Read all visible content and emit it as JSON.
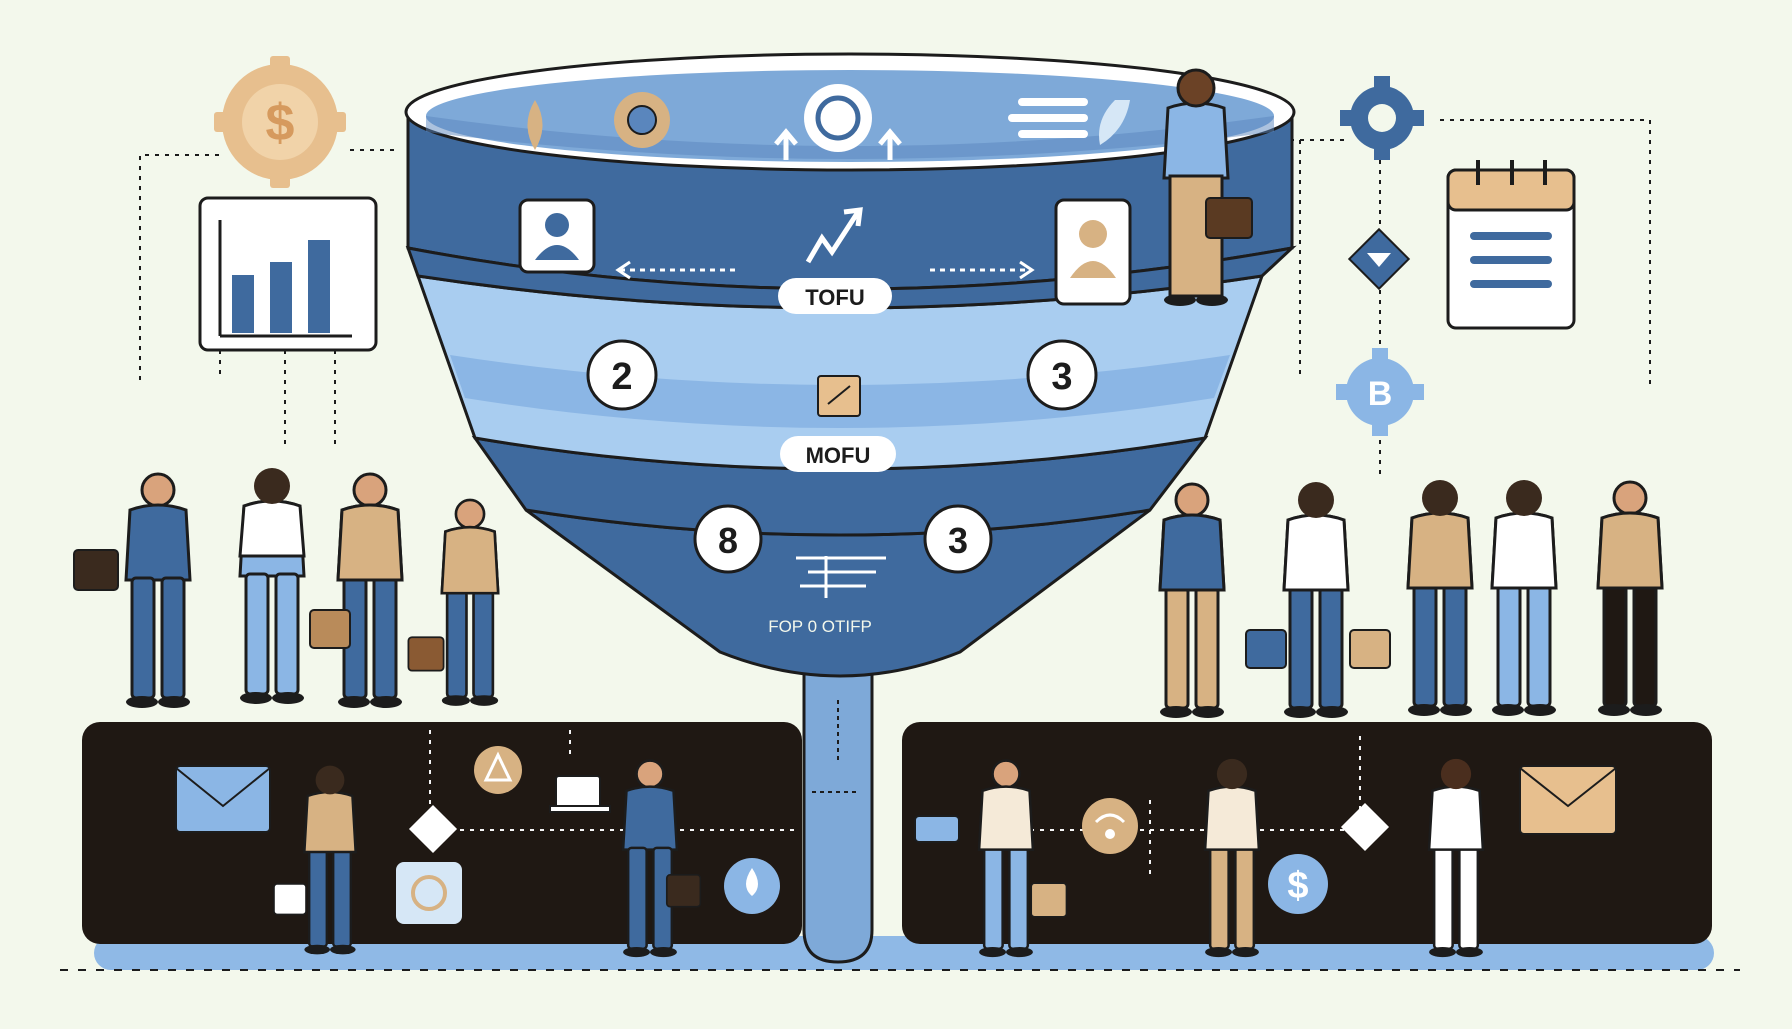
{
  "funnel": {
    "stage_labels": [
      "TOFU",
      "MOFU",
      "FOP 0 OTIFP"
    ],
    "badges": [
      "2",
      "3",
      "8",
      "3"
    ]
  },
  "icons": {
    "top_left": "dollar-gear-icon",
    "chart": "bar-chart-icon",
    "top_right": "gear-icon",
    "calendar": "calendar-icon",
    "diamond": "diamond-icon",
    "coin": "bitcoin-gear-icon",
    "bottom_left_mail": "mail-icon",
    "bottom_right_mail": "mail-icon",
    "dollar": "dollar-coin-icon"
  },
  "colors": {
    "background": "#f3f8ec",
    "funnel_dark": "#3f6a9e",
    "funnel_light": "#a9cdf0",
    "base_band": "#1f1813",
    "accent_tan": "#d7b283"
  }
}
